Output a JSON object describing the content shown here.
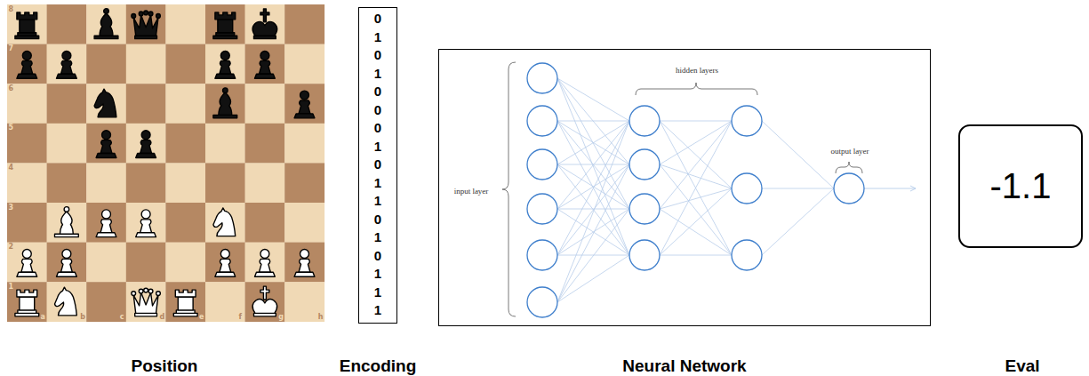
{
  "diagram": {
    "nodes": [
      {
        "text": [
          "0 1 0 1 0 0 0 1 0 1 1 0 1 0 1 1 1"
        ]
      },
      {
        "text": [
          "hidden layers",
          "output layer",
          "input layer"
        ]
      },
      {
        "text": [
          "-1.1"
        ]
      }
    ],
    "labels": [
      "8",
      "7",
      "6",
      "5",
      "4",
      "3",
      "2",
      "1",
      "a",
      "b",
      "c",
      "d",
      "e",
      "f",
      "g",
      "h",
      "Position",
      "Encoding",
      "Neural Network",
      "Eval"
    ]
  }
}
